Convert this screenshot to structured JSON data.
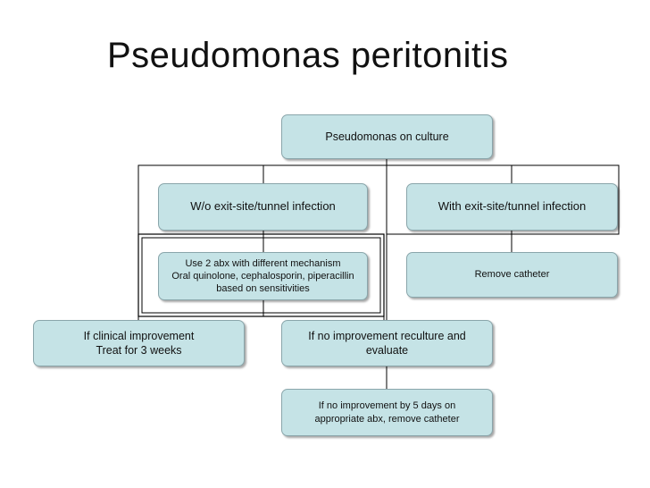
{
  "slide": {
    "title": "Pseudomonas peritonitis"
  },
  "nodes": {
    "culture": "Pseudomonas on culture",
    "no_exit_site": "W/o exit-site/tunnel infection",
    "with_exit_site": "With exit-site/tunnel infection",
    "use_2_abx": "Use 2 abx with different mechanism\nOral quinolone, cephalosporin, piperacillin\nbased on sensitivities",
    "remove_catheter": "Remove catheter",
    "clinical_improvement": "If clinical improvement\nTreat for 3 weeks",
    "no_improvement": "If no improvement reculture and\nevaluate",
    "no_improvement_5_days": "If no improvement by 5 days on\nappropriate abx, remove catheter"
  },
  "colors": {
    "box_fill": "#c5e3e6",
    "box_border": "#8aa6ab",
    "connector": "#000000"
  }
}
